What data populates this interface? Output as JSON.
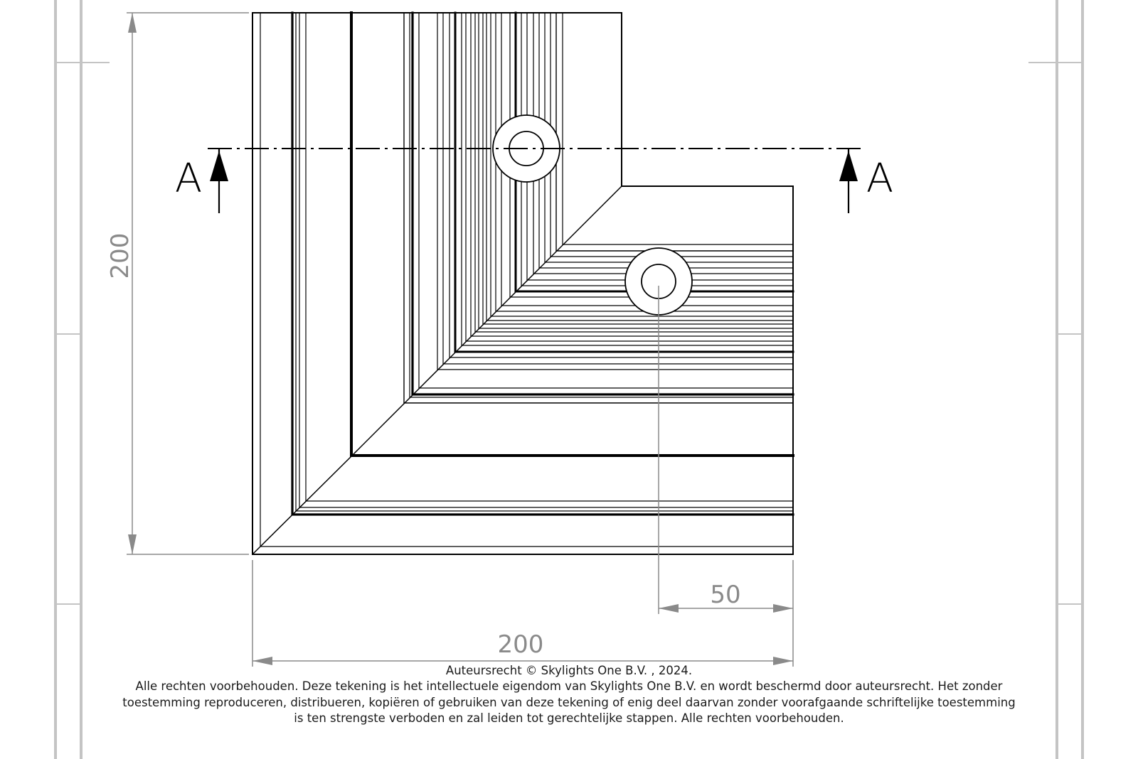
{
  "colors": {
    "outline": "#000000",
    "dimension": "#8a8a8a",
    "frame": "#c4c4c4"
  },
  "section_marker": {
    "left_label": "A",
    "right_label": "A"
  },
  "dimensions": {
    "height": "200",
    "width": "200",
    "hole_offset": "50"
  },
  "copyright": {
    "line1": "Auteursrecht © Skylights One B.V. , 2024.",
    "line2": "Alle rechten voorbehouden. Deze tekening is het intellectuele eigendom van Skylights One B.V. en wordt beschermd door auteursrecht. Het zonder",
    "line3": "toestemming reproduceren, distribueren, kopiëren of gebruiken van deze tekening of enig deel daarvan zonder voorafgaande schriftelijke toestemming",
    "line4": "is ten strengste verboden en zal leiden tot gerechtelijke stappen. Alle rechten voorbehouden."
  }
}
